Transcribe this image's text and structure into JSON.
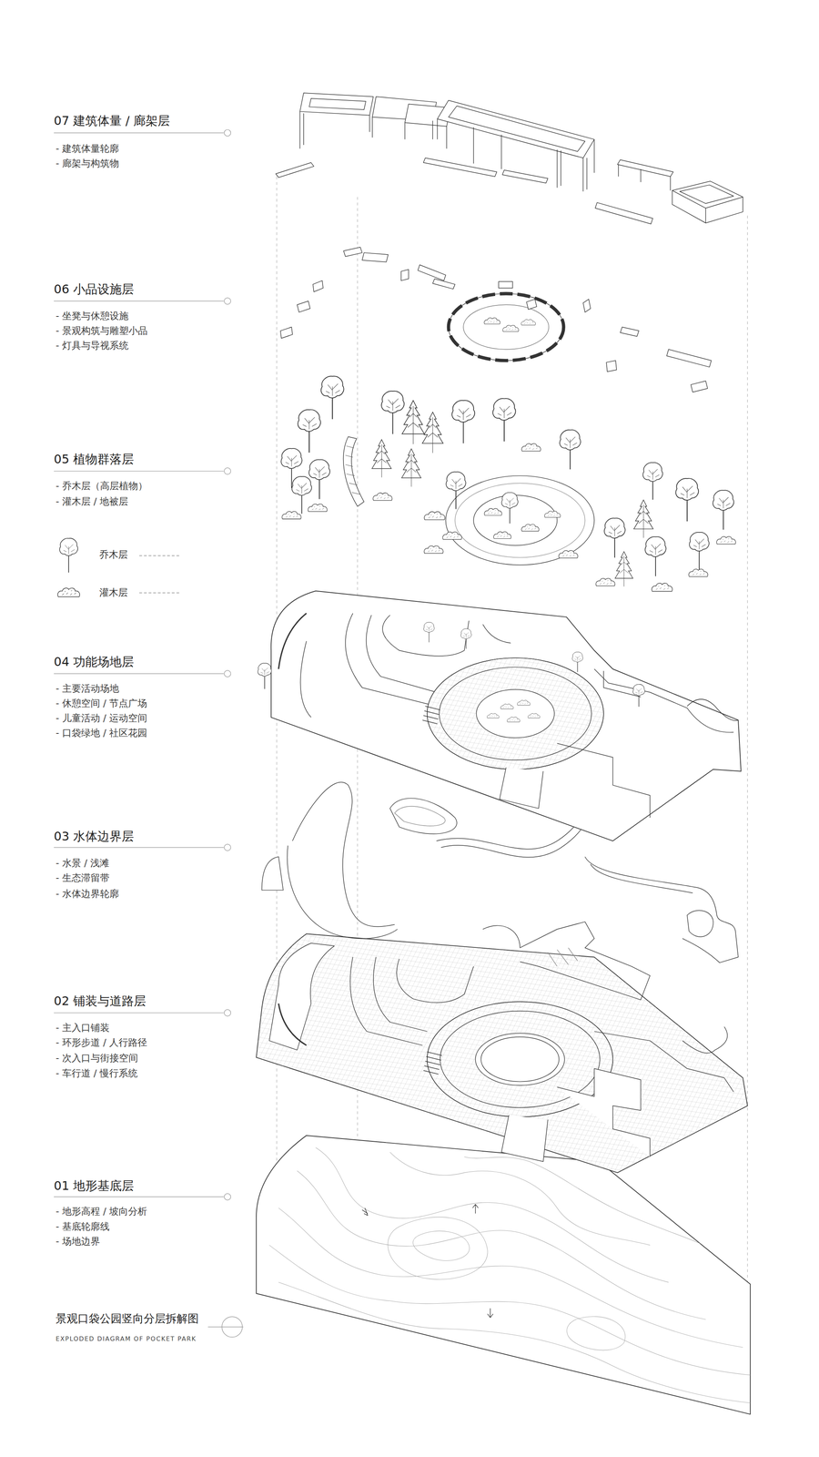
{
  "diagram": {
    "title": "景观口袋公园竖向分层拆解图",
    "caption": "EXPLODED DIAGRAM OF POCKET PARK",
    "labels": [
      "07 建筑体量 / 廊架层",
      "- 建筑体量轮廓",
      "- 廊架与构筑物",
      "06 小品设施层",
      "- 坐凳与休憩设施",
      "- 景观构筑与雕塑小品",
      "- 灯具与导视系统",
      "05 植物群落层",
      "- 乔木层（高层植物）",
      "- 灌木层 / 地被层",
      "04 功能场地层",
      "- 主要活动场地",
      "- 休憩空间 / 节点广场",
      "- 儿童活动 / 运动空间",
      "- 口袋绿地 / 社区花园",
      "03 水体边界层",
      "- 水景 / 浅滩",
      "- 生态滞留带",
      "- 水体边界轮廓",
      "02 铺装与道路层",
      "- 主入口铺装",
      "- 环形步道 / 人行路径",
      "- 次入口与街接空间",
      "- 车行道 / 慢行系统",
      "01 地形基底层",
      "- 地形高程 / 坡向分析",
      "- 基底轮廓线",
      "- 场地边界"
    ],
    "legend": [
      {
        "text": "乔木层"
      },
      {
        "text": "灌木层"
      }
    ]
  }
}
